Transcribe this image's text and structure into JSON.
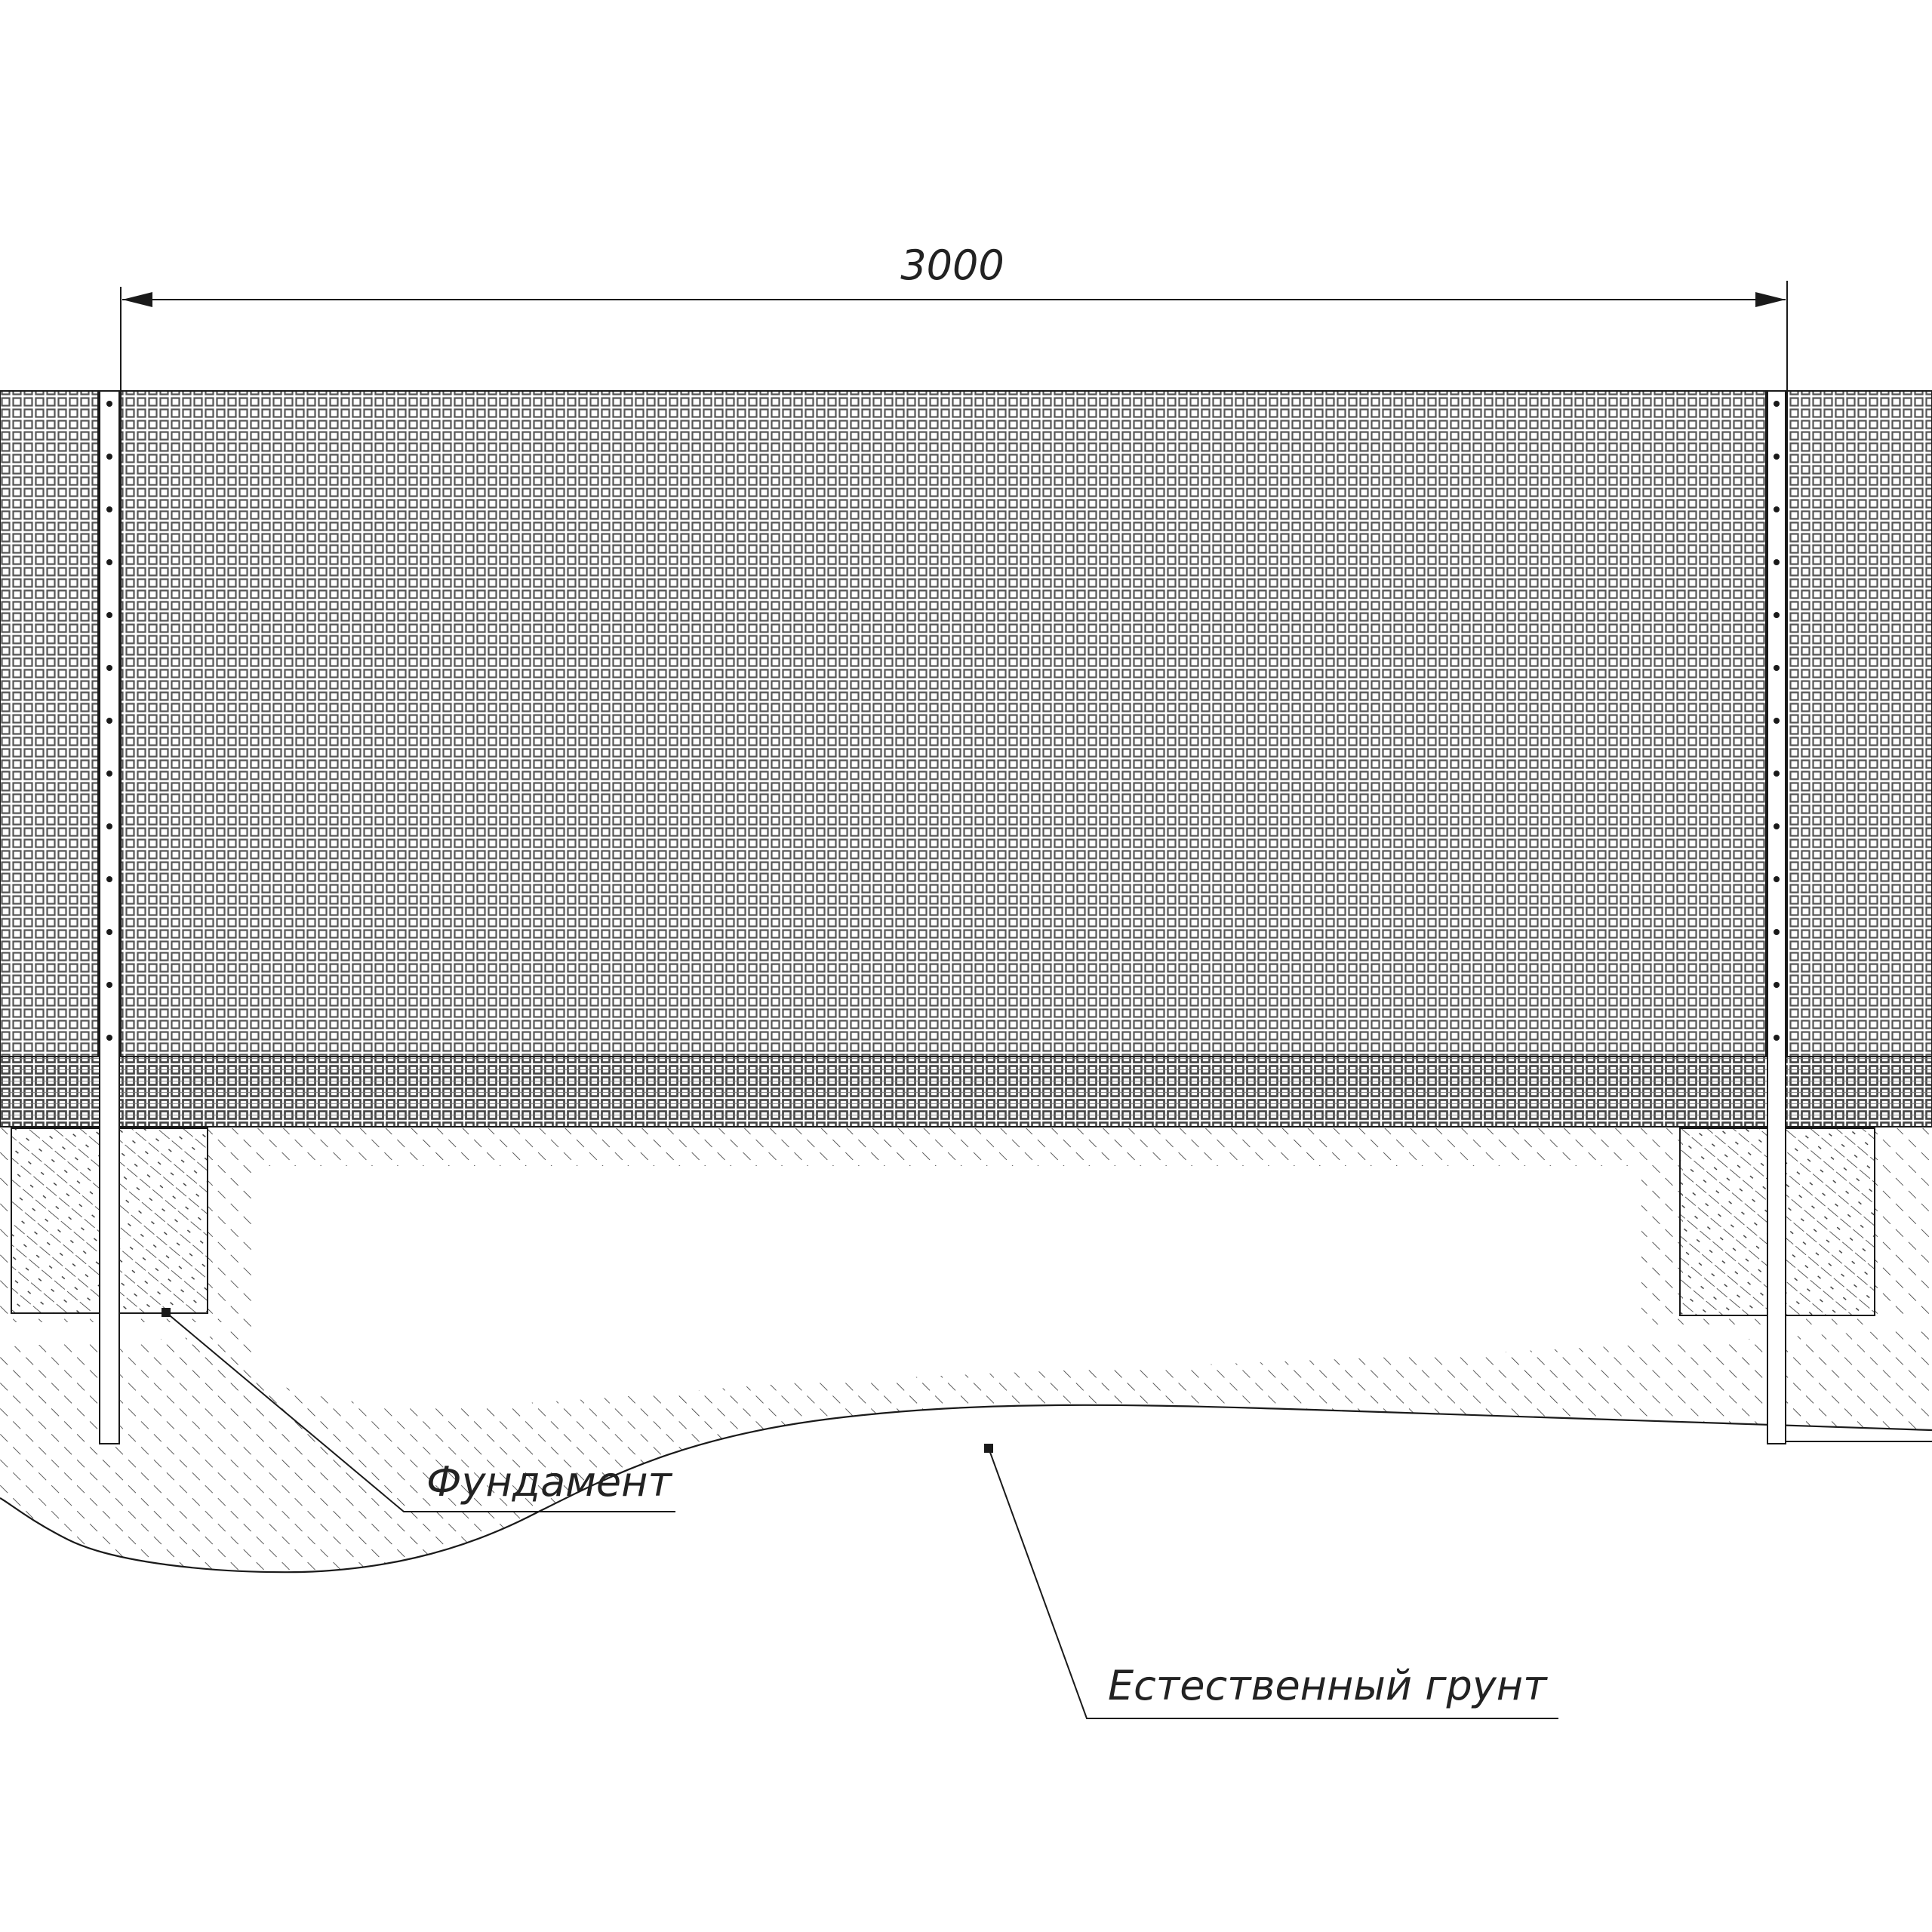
{
  "drawing": {
    "dimension": {
      "value": "3000"
    },
    "callouts": {
      "foundation": "Фундамент",
      "natural_soil": "Естественный грунт"
    },
    "colors": {
      "line": "#1a1a1a",
      "mesh": "#555555",
      "hatch": "#333333",
      "background": "#ffffff"
    }
  }
}
